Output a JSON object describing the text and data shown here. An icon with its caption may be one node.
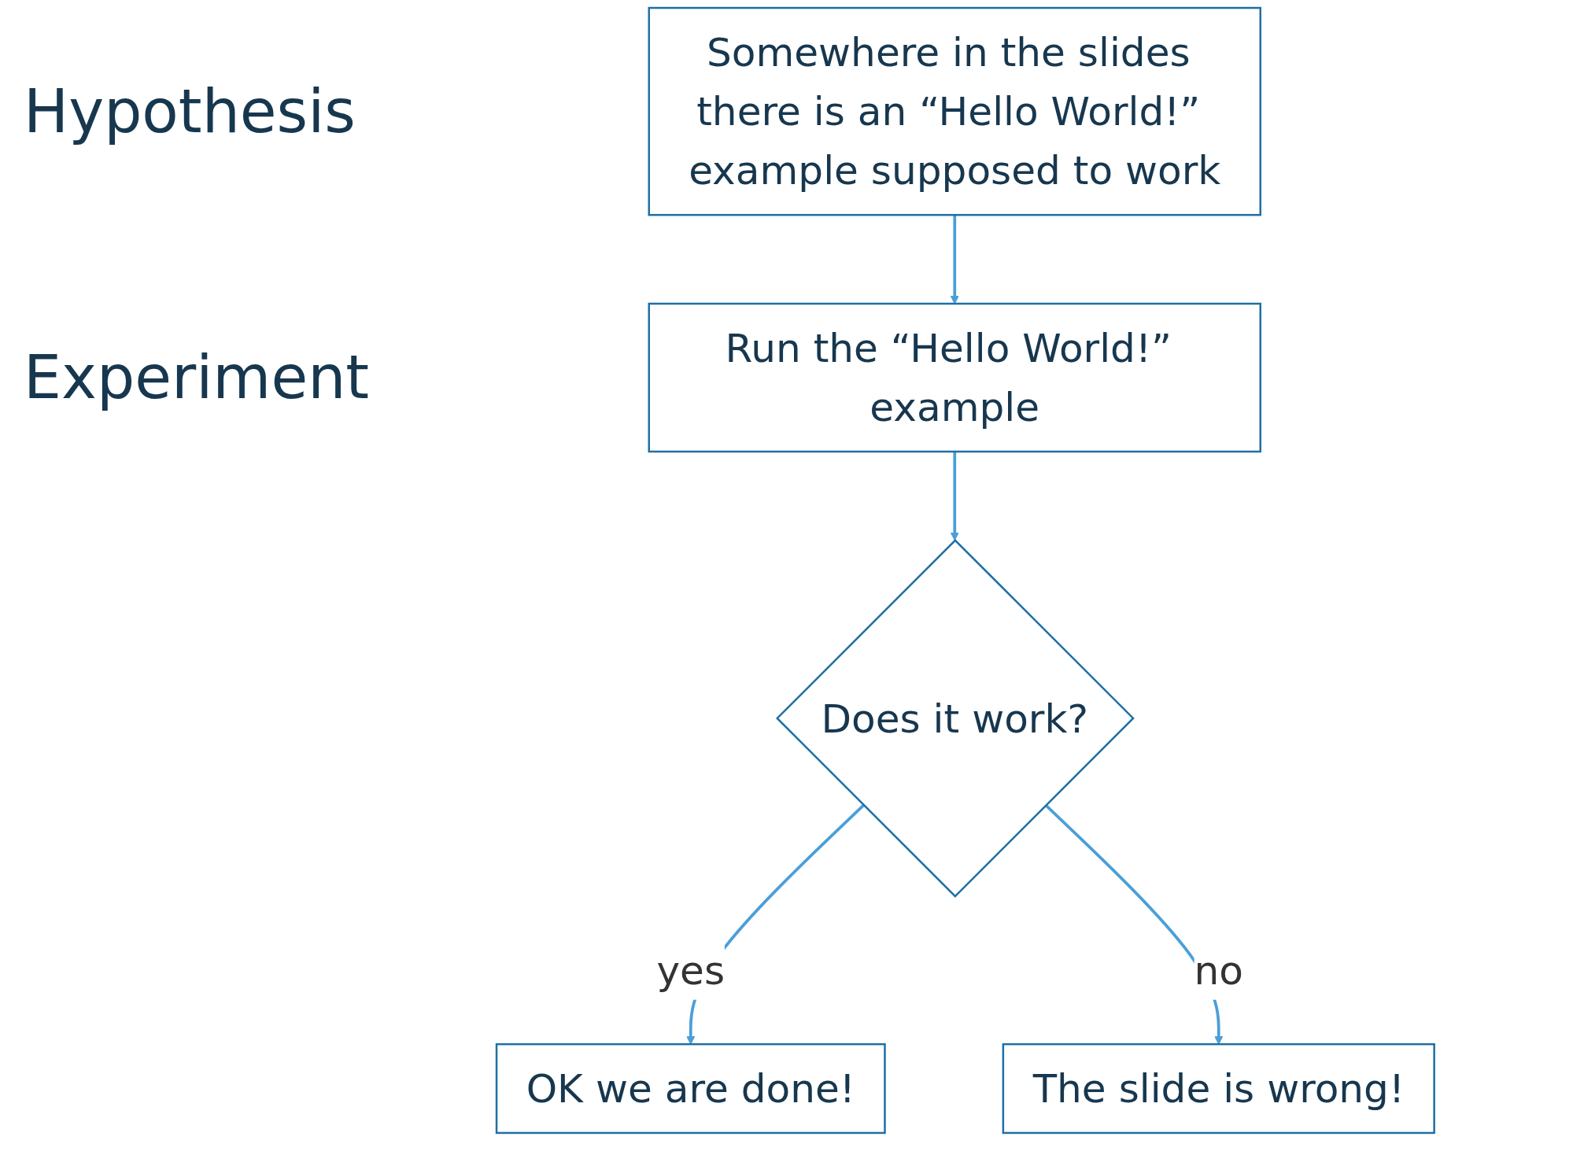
{
  "diagram": {
    "nodes": [
      {
        "text": [
          "Somewhere in the slides there is an “Hello World!” example supposed to work"
        ]
      },
      {
        "text": [
          "Run the “Hello World!” example"
        ]
      },
      {
        "text": [
          "Does it work?"
        ]
      },
      {
        "text": [
          "OK we are done!"
        ]
      },
      {
        "text": [
          "The slide is wrong!"
        ]
      }
    ],
    "edges": [
      {
        "from": 0,
        "to": 1,
        "arrow": "to"
      },
      {
        "from": 1,
        "to": 2,
        "arrow": "to"
      },
      {
        "from": 2,
        "to": 3,
        "arrow": "to",
        "label": "yes"
      },
      {
        "from": 2,
        "to": 4,
        "arrow": "to",
        "label": "no"
      }
    ],
    "labels": [
      "Hypothesis",
      "Experiment"
    ]
  }
}
